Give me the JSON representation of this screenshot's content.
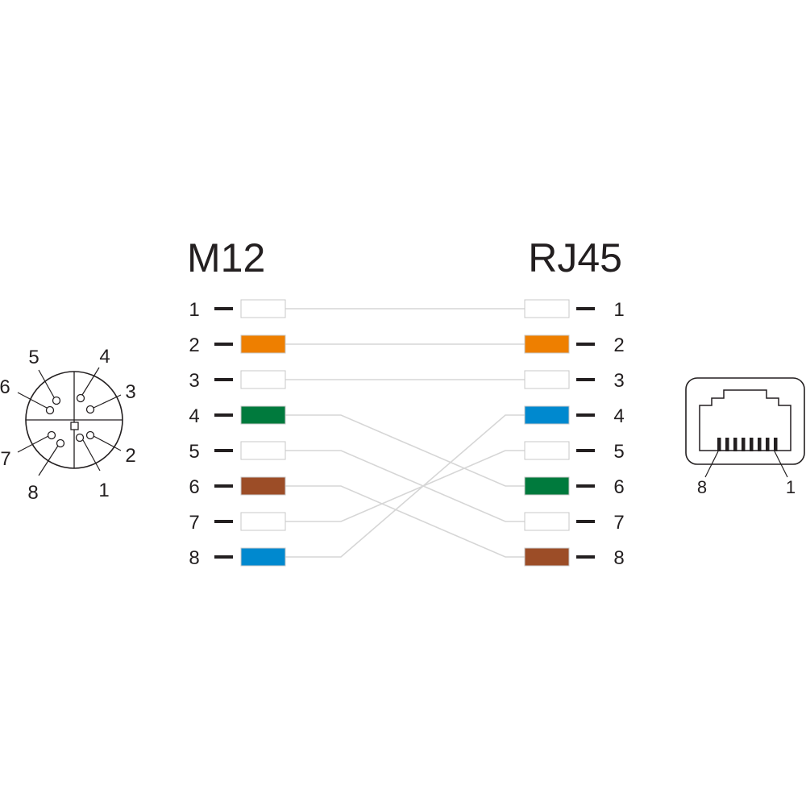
{
  "titles": {
    "left": "M12",
    "right": "RJ45"
  },
  "wiring": {
    "left_pins": [
      {
        "pin": "1",
        "color": "#ffffff"
      },
      {
        "pin": "2",
        "color": "#ee7f00"
      },
      {
        "pin": "3",
        "color": "#ffffff"
      },
      {
        "pin": "4",
        "color": "#007a3d"
      },
      {
        "pin": "5",
        "color": "#ffffff"
      },
      {
        "pin": "6",
        "color": "#9c4d27"
      },
      {
        "pin": "7",
        "color": "#ffffff"
      },
      {
        "pin": "8",
        "color": "#0089cf"
      }
    ],
    "right_pins": [
      {
        "pin": "1",
        "color": "#ffffff"
      },
      {
        "pin": "2",
        "color": "#ee7f00"
      },
      {
        "pin": "3",
        "color": "#ffffff"
      },
      {
        "pin": "4",
        "color": "#0089cf"
      },
      {
        "pin": "5",
        "color": "#ffffff"
      },
      {
        "pin": "6",
        "color": "#007a3d"
      },
      {
        "pin": "7",
        "color": "#ffffff"
      },
      {
        "pin": "8",
        "color": "#9c4d27"
      }
    ],
    "connections": [
      {
        "from": "1",
        "to": "1"
      },
      {
        "from": "2",
        "to": "2"
      },
      {
        "from": "3",
        "to": "3"
      },
      {
        "from": "4",
        "to": "6"
      },
      {
        "from": "5",
        "to": "7"
      },
      {
        "from": "6",
        "to": "8"
      },
      {
        "from": "7",
        "to": "5"
      },
      {
        "from": "8",
        "to": "4"
      }
    ]
  },
  "m12_face": {
    "labels": [
      "1",
      "2",
      "3",
      "4",
      "5",
      "6",
      "7",
      "8"
    ]
  },
  "rj45_face": {
    "label_left": "8",
    "label_right": "1"
  }
}
